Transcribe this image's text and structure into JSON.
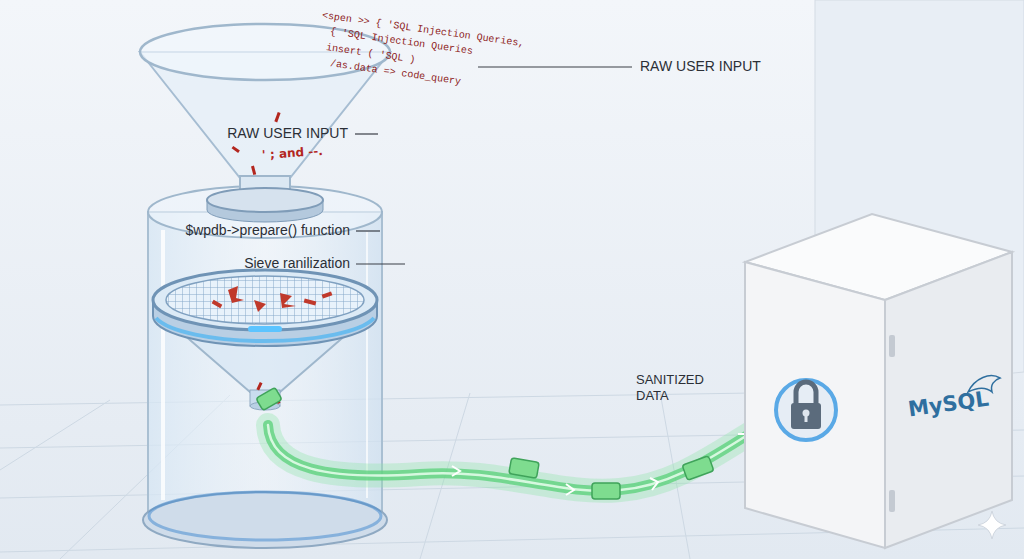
{
  "diagram": {
    "nodes": [
      {
        "text": [
          "MySQL"
        ]
      }
    ],
    "labels": [
      "<spen >> { 'SQL Injection Queries,",
      "{ 'SQL Injection Queries",
      "insert ( 'SQL )",
      "/as.data => code_query",
      "RAW USER INPUT",
      "RAW USER INPUT",
      "' ; and --.",
      "$wpdb->prepare() function",
      "Sieve ranilization",
      "SANITIZED DATA"
    ]
  }
}
